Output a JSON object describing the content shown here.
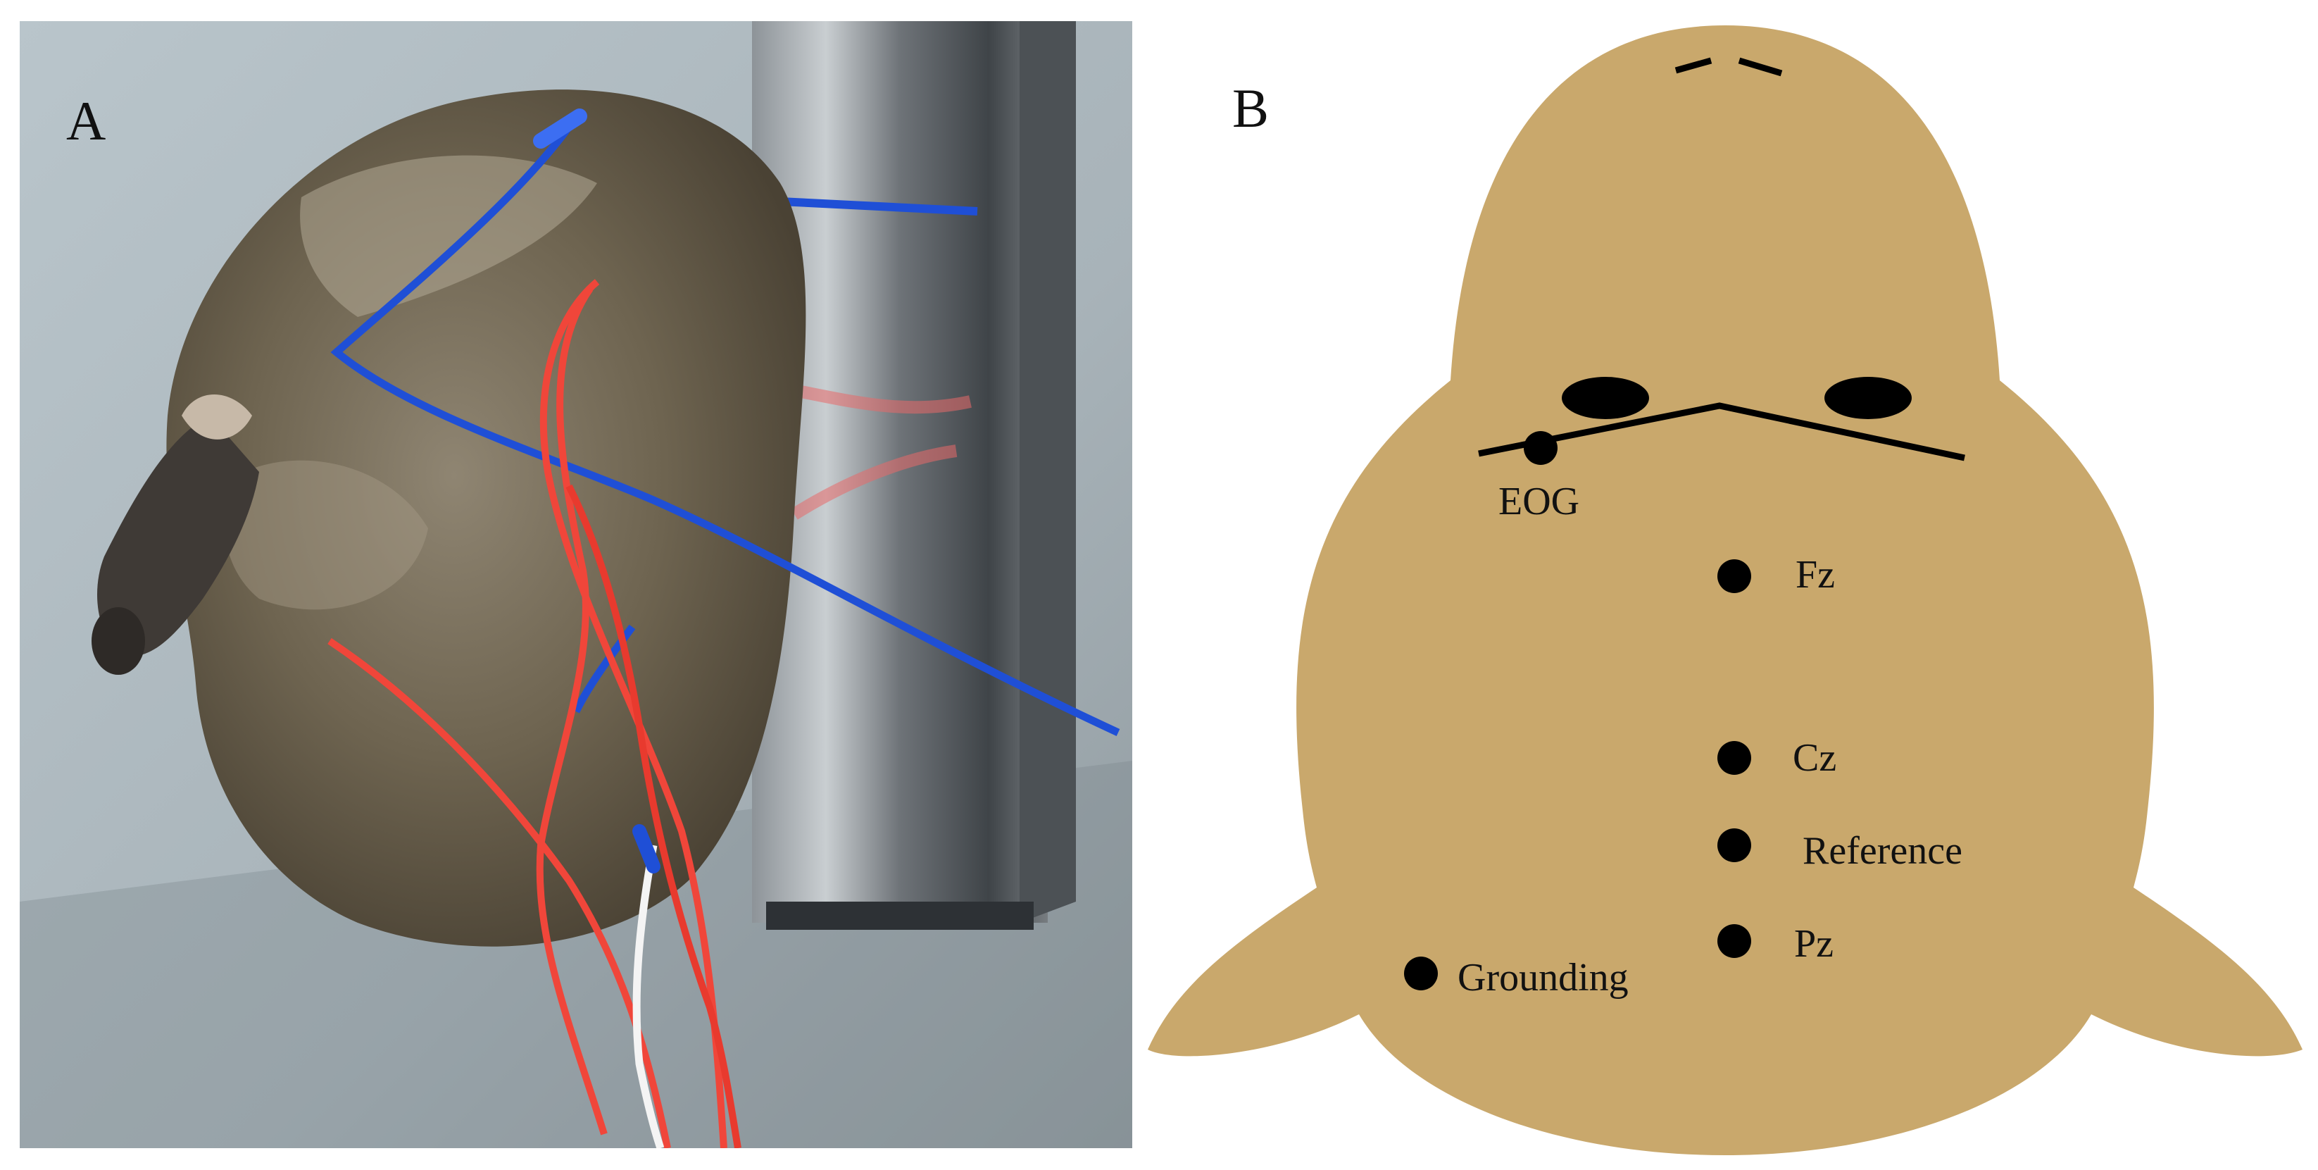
{
  "panels": {
    "a": {
      "letter": "A"
    },
    "b": {
      "letter": "B"
    }
  },
  "electrodes": {
    "eog": "EOG",
    "fz": "Fz",
    "cz": "Cz",
    "reference": "Reference",
    "pz": "Pz",
    "grounding": "Grounding"
  },
  "colors": {
    "head_fill": "#c9a86c",
    "electrode": "#000000",
    "wire_blue": "#1f4fd6",
    "wire_red": "#f0463a",
    "wire_white": "#f4f4f4",
    "fur": "#6e6450",
    "background_floor": "#aab6bd",
    "metal_post": "#5f6468"
  }
}
